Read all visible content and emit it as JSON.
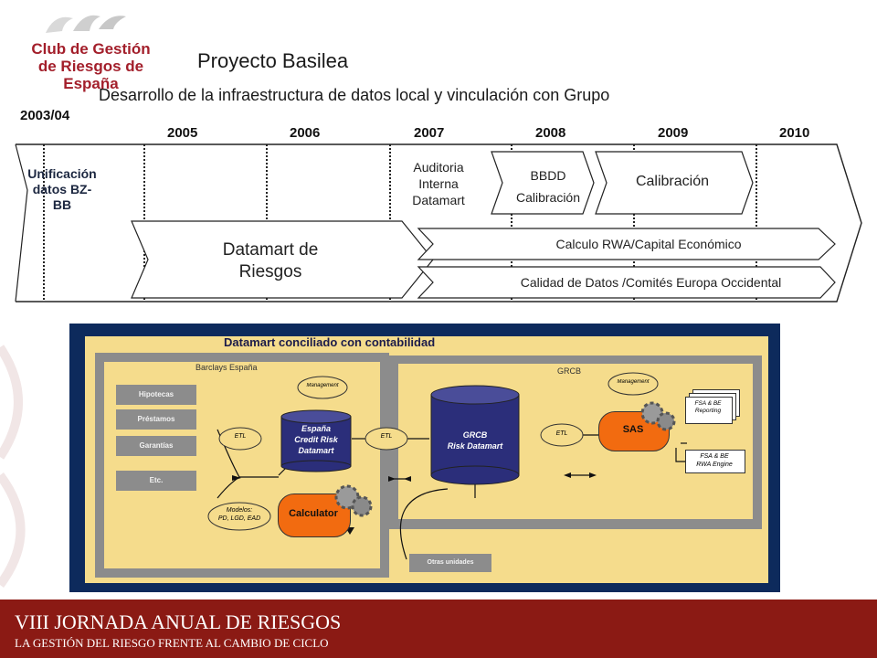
{
  "header": {
    "logo_lines": [
      "Club de Gestión",
      "de Riesgos de España"
    ],
    "title": "Proyecto Basilea",
    "subtitle": "Desarrollo de la infraestructura de datos local y vinculación con Grupo"
  },
  "timeline": {
    "years": [
      "2003/04",
      "2005",
      "2006",
      "2007",
      "2008",
      "2009",
      "2010"
    ],
    "unificacion": [
      "Unificación",
      "datos BZ-",
      "BB"
    ],
    "auditoria": [
      "Auditoria",
      "Interna",
      "Datamart"
    ],
    "bbdd": [
      "BBDD",
      "Calibración"
    ],
    "calibracion": "Calibración",
    "datamart_riesgos": [
      "Datamart de",
      "Riesgos"
    ],
    "calculo_rwa": "Calculo RWA/Capital Económico",
    "calidad_datos": "Calidad de Datos /Comités Europa Occidental"
  },
  "diagram": {
    "title": "Datamart conciliado con contabilidad",
    "barclays_label": "Barclays España",
    "grcb_label": "GRCB",
    "sources": [
      "Hipotecas",
      "Préstamos",
      "Garantías",
      "Etc."
    ],
    "etl_label": "ETL",
    "management_label": "Management",
    "espana_db": [
      "España",
      "Credit Risk",
      "Datamart"
    ],
    "grcb_db": [
      "GRCB",
      "Risk Datamart"
    ],
    "modelos": [
      "Modelos:",
      "PD, LGD, EAD"
    ],
    "calculator": "Calculator",
    "sas": "SAS",
    "fsa_reporting": [
      "FSA & BE",
      "Reporting"
    ],
    "fsa_rwa": [
      "FSA & BE",
      "RWA Engine"
    ],
    "otras_unidades": "Otras unidades"
  },
  "footer": {
    "title": "VIII  JORNADA ANUAL DE RIESGOS",
    "subtitle": "LA GESTIÓN DEL RIESGO FRENTE AL CAMBIO DE CICLO"
  },
  "colors": {
    "brand_red": "#a31f2b",
    "footer_bg": "#8b1a14",
    "navy": "#0d2a5c",
    "panel_yellow": "#f5dc8c",
    "db_blue": "#2b2e7a",
    "orange": "#f26b10"
  }
}
